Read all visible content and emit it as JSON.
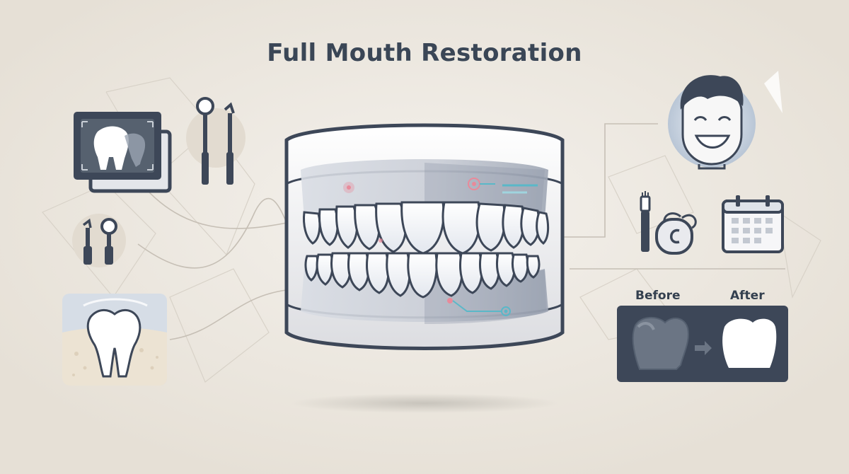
{
  "title": "Full Mouth Restoration",
  "before_after": {
    "before_label": "Before",
    "after_label": "After"
  },
  "icons": [
    "xray-tooth-icon",
    "dental-mirror-probe-icon",
    "dental-tools-icon",
    "tooth-root-icon",
    "smiling-patient-icon",
    "toothbrush-floss-icon",
    "calendar-icon",
    "before-after-icon"
  ],
  "colors": {
    "background": "#ece7df",
    "title": "#3a4656",
    "dark_panel": "#3d4758",
    "accent_teal": "#5ab8c8",
    "accent_pink": "#e98a9a"
  }
}
